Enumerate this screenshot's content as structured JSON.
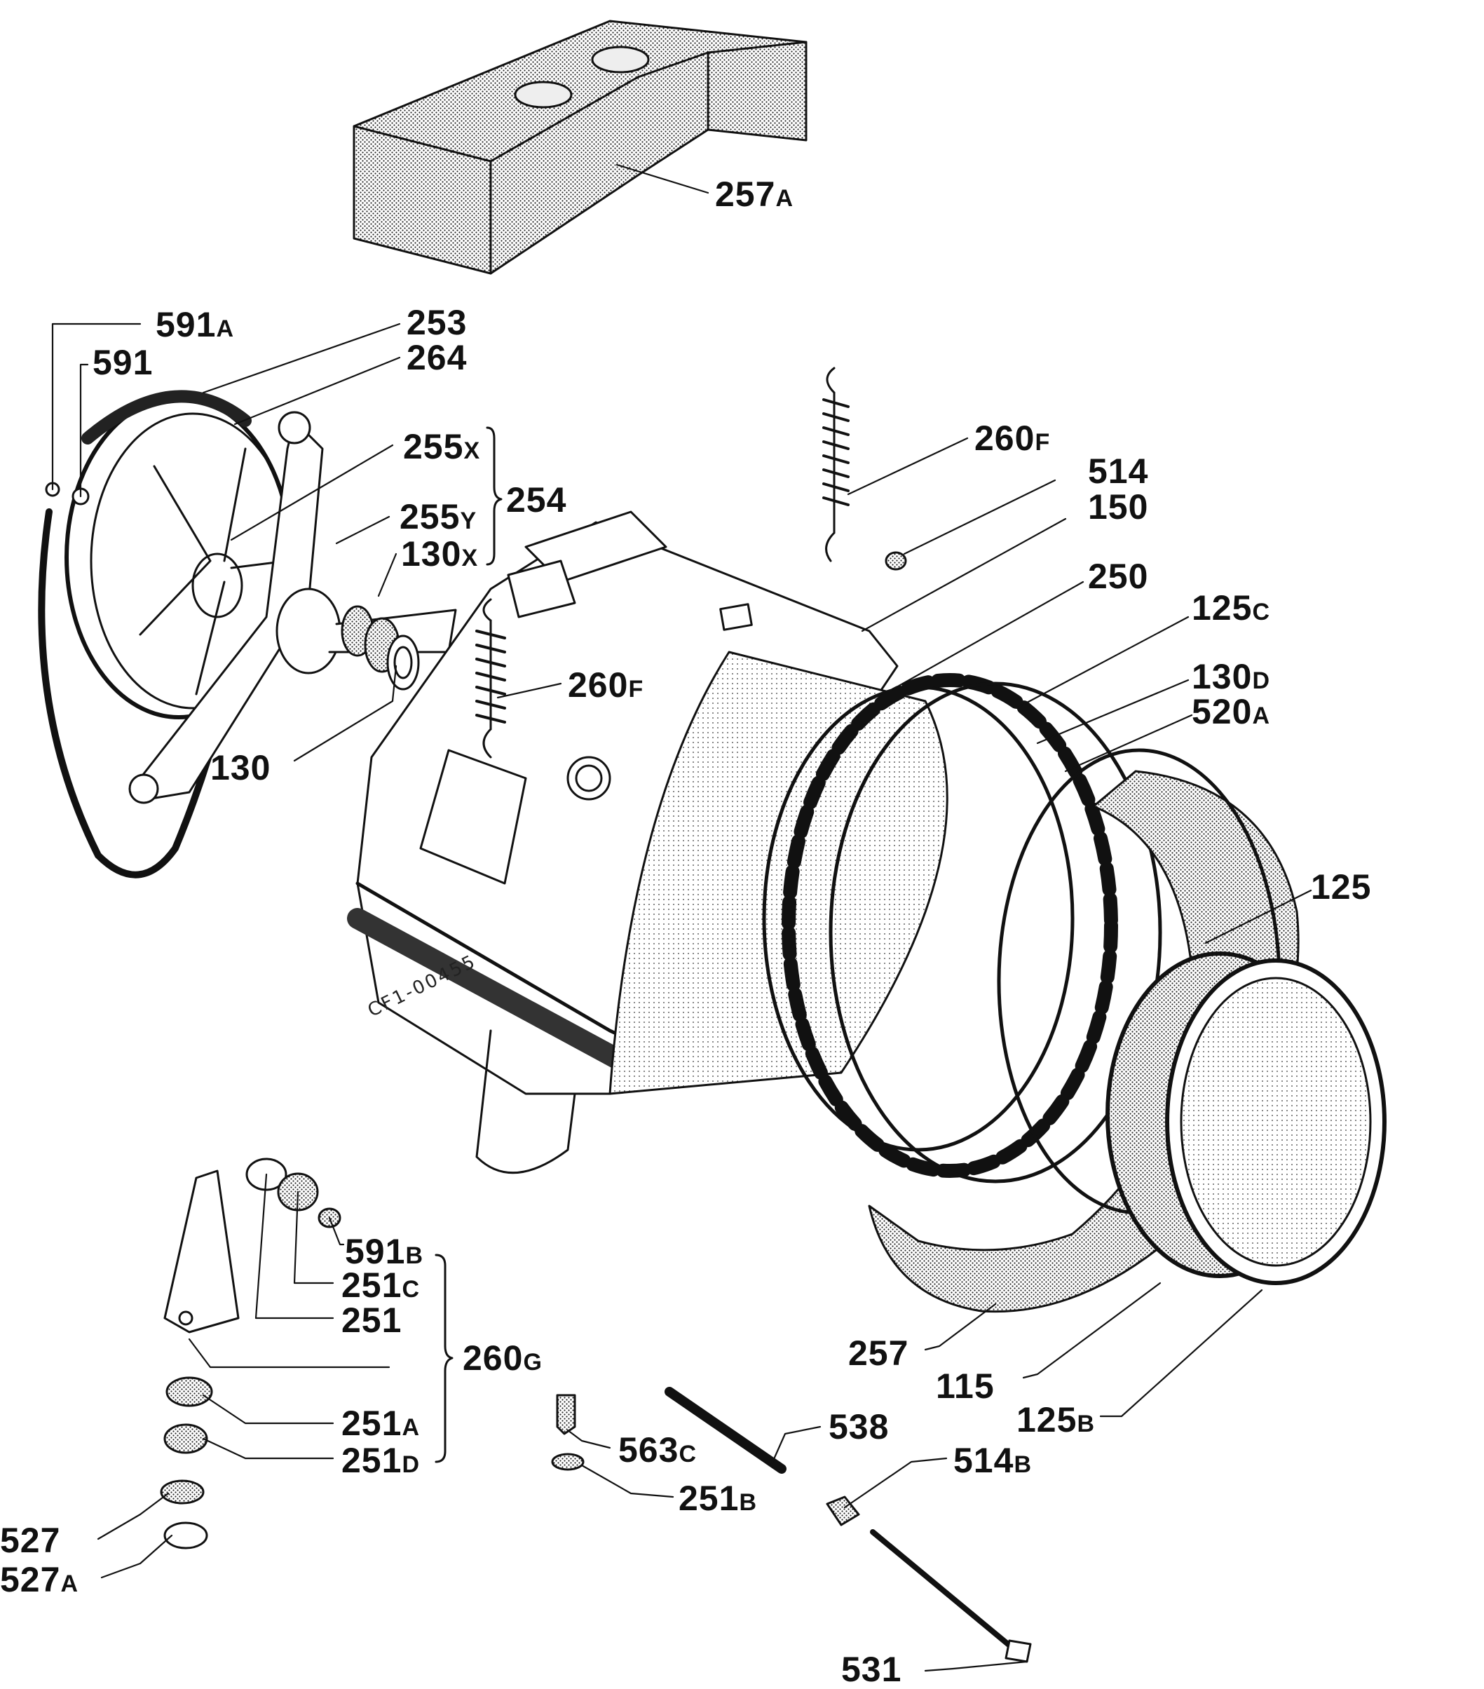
{
  "drawing_code": "CF1-00455",
  "callouts": {
    "c257a": {
      "num": "257",
      "suffix": "A"
    },
    "c591a": {
      "num": "591",
      "suffix": "A"
    },
    "c253": {
      "num": "253",
      "suffix": ""
    },
    "c591": {
      "num": "591",
      "suffix": ""
    },
    "c264": {
      "num": "264",
      "suffix": ""
    },
    "c255x": {
      "num": "255",
      "suffix": "X"
    },
    "c254": {
      "num": "254",
      "suffix": ""
    },
    "c255y": {
      "num": "255",
      "suffix": "Y"
    },
    "c130x": {
      "num": "130",
      "suffix": "X"
    },
    "c130": {
      "num": "130",
      "suffix": ""
    },
    "c260f_top": {
      "num": "260",
      "suffix": "F"
    },
    "c514": {
      "num": "514",
      "suffix": ""
    },
    "c150": {
      "num": "150",
      "suffix": ""
    },
    "c250": {
      "num": "250",
      "suffix": ""
    },
    "c125c": {
      "num": "125",
      "suffix": "C"
    },
    "c260f_mid": {
      "num": "260",
      "suffix": "F"
    },
    "c130d": {
      "num": "130",
      "suffix": "D"
    },
    "c520a": {
      "num": "520",
      "suffix": "A"
    },
    "c125": {
      "num": "125",
      "suffix": ""
    },
    "c591b": {
      "num": "591",
      "suffix": "B"
    },
    "c251c": {
      "num": "251",
      "suffix": "C"
    },
    "c251": {
      "num": "251",
      "suffix": ""
    },
    "c260g": {
      "num": "260",
      "suffix": "G"
    },
    "c251a": {
      "num": "251",
      "suffix": "A"
    },
    "c251d": {
      "num": "251",
      "suffix": "D"
    },
    "c527": {
      "num": "527",
      "suffix": ""
    },
    "c527a": {
      "num": "527",
      "suffix": "A"
    },
    "c563c": {
      "num": "563",
      "suffix": "C"
    },
    "c538": {
      "num": "538",
      "suffix": ""
    },
    "c251b": {
      "num": "251",
      "suffix": "B"
    },
    "c514b": {
      "num": "514",
      "suffix": "B"
    },
    "c531": {
      "num": "531",
      "suffix": ""
    },
    "c257": {
      "num": "257",
      "suffix": ""
    },
    "c115": {
      "num": "115",
      "suffix": ""
    },
    "c125b": {
      "num": "125",
      "suffix": "B"
    }
  }
}
